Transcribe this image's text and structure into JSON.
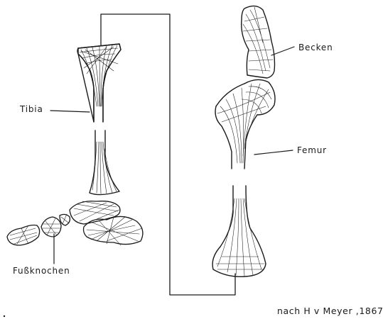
{
  "labels": {
    "tibia": "Tibia",
    "becken": "Becken",
    "femur": "Femur",
    "fussknochen": "Fußknochen"
  },
  "credit": "nach H v Meyer ,1867",
  "colors": {
    "ink": "#1a1a1a",
    "background": "#ffffff"
  }
}
